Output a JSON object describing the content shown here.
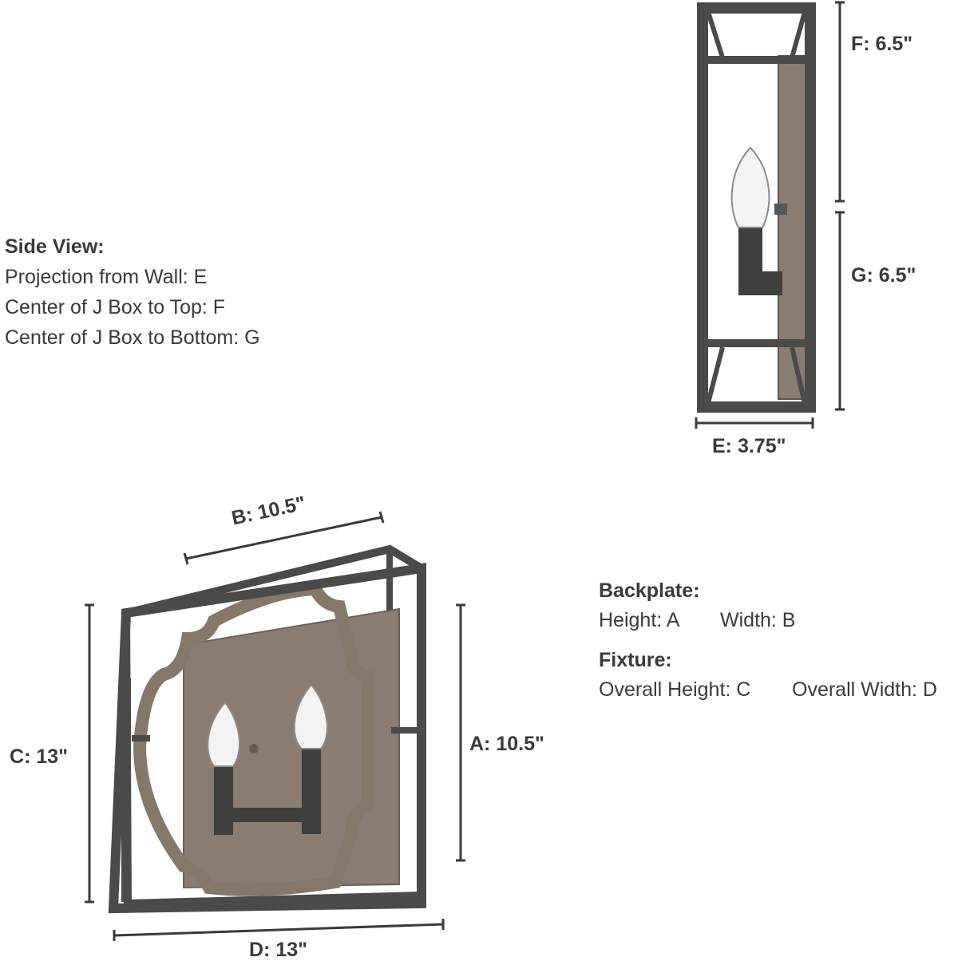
{
  "side_view": {
    "heading": "Side View:",
    "lines": [
      "Projection from Wall: E",
      "Center of J Box to Top: F",
      "Center of J Box to Bottom: G"
    ]
  },
  "backplate": {
    "heading": "Backplate:",
    "height": "Height: A",
    "width": "Width: B"
  },
  "fixture": {
    "heading": "Fixture:",
    "height": "Overall Height: C",
    "width": "Overall Width: D"
  },
  "dimensions": {
    "A": "A: 10.5\"",
    "B": "B: 10.5\"",
    "C": "C: 13\"",
    "D": "D: 13\"",
    "E": "E: 3.75\"",
    "F": "F: 6.5\"",
    "G": "G: 6.5\""
  },
  "colors": {
    "frame": "#4a4a48",
    "wood": "#8a7c70",
    "text": "#3a3a3a"
  }
}
